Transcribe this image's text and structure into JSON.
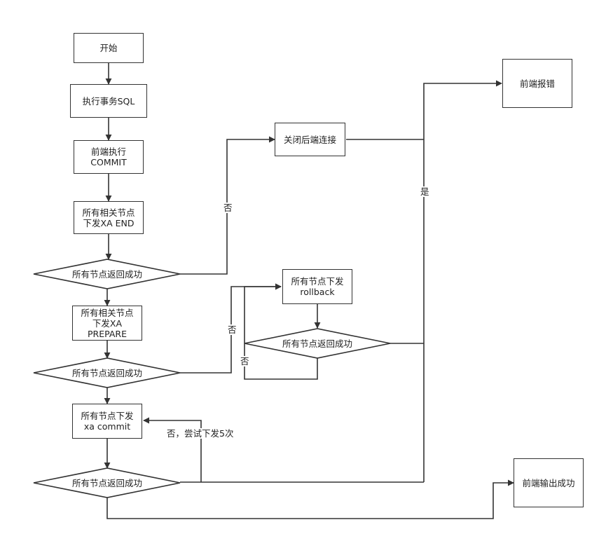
{
  "nodes": {
    "start": "开始",
    "exec_sql": "执行事务SQL",
    "front_commit": "前端执行\nCOMMIT",
    "xa_end": "所有相关节点\n下发XA END",
    "check_end": "所有节点返回成功",
    "xa_prepare": "所有相关节点\n下发XA\nPREPARE",
    "check_prepare": "所有节点返回成功",
    "xa_commit": "所有节点下发\nxa commit",
    "check_commit": "所有节点返回成功",
    "close_backend": "关闭后端连接",
    "front_error": "前端报错",
    "rollback": "所有节点下发\nrollback",
    "check_rollback": "所有节点返回成功",
    "front_success": "前端输出成功"
  },
  "edge_labels": {
    "no_end": "否",
    "no_prepare": "否",
    "no_rollback": "否",
    "yes_error": "是",
    "no_commit_retry": "否，尝试下发5次"
  },
  "colors": {
    "stroke": "#333333",
    "text": "#222222",
    "background": "#ffffff"
  }
}
